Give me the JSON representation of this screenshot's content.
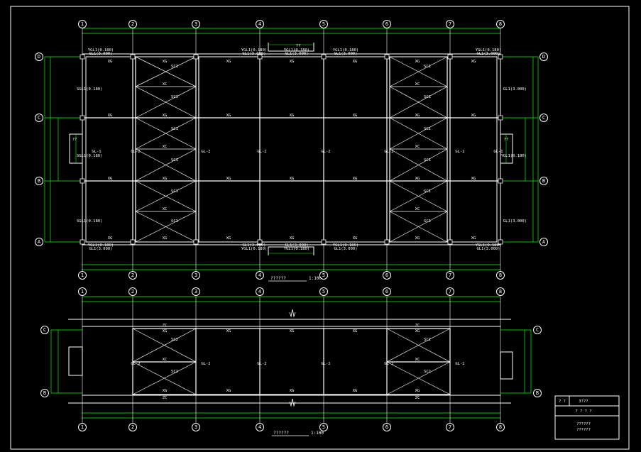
{
  "drawing": {
    "columns": [
      "1",
      "2",
      "3",
      "4",
      "5",
      "6",
      "7",
      "8"
    ],
    "plan_top": {
      "rows": [
        "D",
        "C",
        "B",
        "A"
      ],
      "caption": "??????",
      "scale": "1:100",
      "door_note": "??",
      "labels": {
        "top_left_a": "YGL1(0.180)",
        "top_left_b": "GL1(3.000)",
        "top_mid_a": "YGL1(0.180)",
        "top_mid_b": "GL1(3.000)",
        "top_mid2_a": "YGL1(0.180)",
        "top_mid2_b": "GL1(3.000)",
        "top_mid3_a": "YGL1(0.180)",
        "top_mid3_b": "GL1(3.000)",
        "top_right_a": "YGL1(0.180)",
        "top_right_b": "GL1(3.000)",
        "bot_left_a": "YGL1(0.180)",
        "bot_left_b": "GL1(3.000)",
        "bot_mid_a": "GL1(3.000)",
        "bot_mid_b": "YGL1(0.180)",
        "bot_mid2_a": "GL1(3.000)",
        "bot_mid2_b": "YGL1(0.180)",
        "bot_mid3_a": "YGL1(0.180)",
        "bot_mid3_b": "GL1(3.000)",
        "bot_right_a": "YGL1(0.180)",
        "bot_right_b": "GL1(3.000)",
        "left_upper": "SGL1(0.180)",
        "left_mid": "SGL1(0.180)",
        "left_lower": "SGL1(0.180)",
        "right_upper": "GL1(3.000)",
        "right_mid": "YGL1(0.180)",
        "right_lower": "GL1(3.000)",
        "top_center_note": "??",
        "xg": "XG",
        "xc": "XC",
        "sc1": "SC1",
        "gl1": "GL-1",
        "gl2": "GL-2"
      }
    },
    "plan_bottom": {
      "rows": [
        "C",
        "B"
      ],
      "caption": "??????",
      "scale": "1:100",
      "labels": {
        "zc": "ZC",
        "xg": "XG",
        "xc": "XC",
        "sc2": "SC2",
        "gl2": "GL-2"
      }
    },
    "title_block": {
      "cell1": "? ?",
      "cell2": "3???",
      "cell3": "? ? ? ?",
      "cell4": "??????",
      "cell5": "??????"
    },
    "colors": {
      "background": "#000000",
      "lines": "#ffffff",
      "dims": "#00ff00"
    }
  }
}
